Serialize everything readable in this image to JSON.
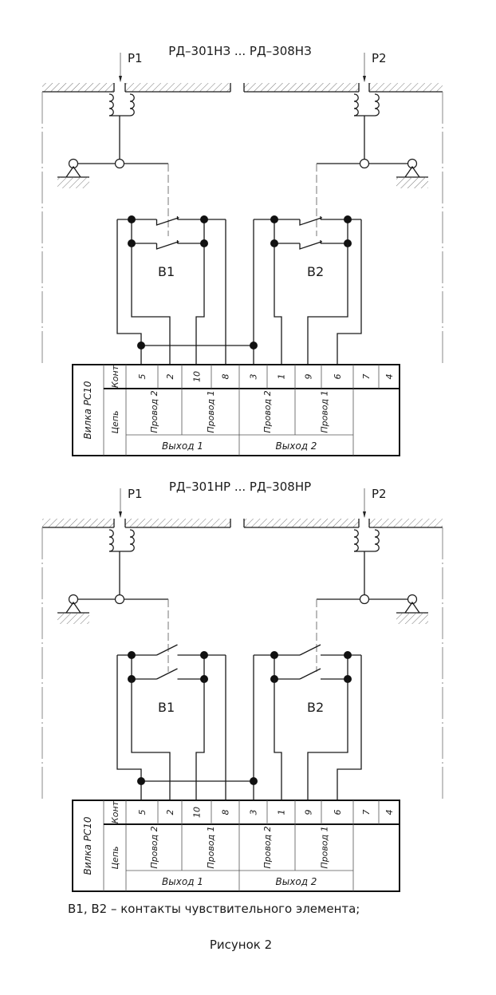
{
  "figure": {
    "caption": "Рисунок 2",
    "legend": "В1, В2 – контакты чувствительного элемента;"
  },
  "diagrams": [
    {
      "title": "РД–301НЗ ... РД–308НЗ",
      "contact_type": "normally-closed",
      "pressure_labels": [
        "Р1",
        "Р2"
      ],
      "switch_labels": [
        "В1",
        "В2"
      ]
    },
    {
      "title": "РД–301НР ... РД–308НР",
      "contact_type": "normally-open",
      "pressure_labels": [
        "Р1",
        "Р2"
      ],
      "switch_labels": [
        "В1",
        "В2"
      ]
    }
  ],
  "table": {
    "connector_label": "Вилка РС10",
    "row_contacts_label": "Конт",
    "row_circuit_label": "Цепь",
    "contacts": [
      "5",
      "2",
      "10",
      "8",
      "3",
      "1",
      "9",
      "6",
      "7",
      "4"
    ],
    "circuits": [
      "Провод 2",
      "Провод 1",
      "Провод 2",
      "Провод 1"
    ],
    "outputs": [
      "Выход 1",
      "Выход 2"
    ]
  }
}
